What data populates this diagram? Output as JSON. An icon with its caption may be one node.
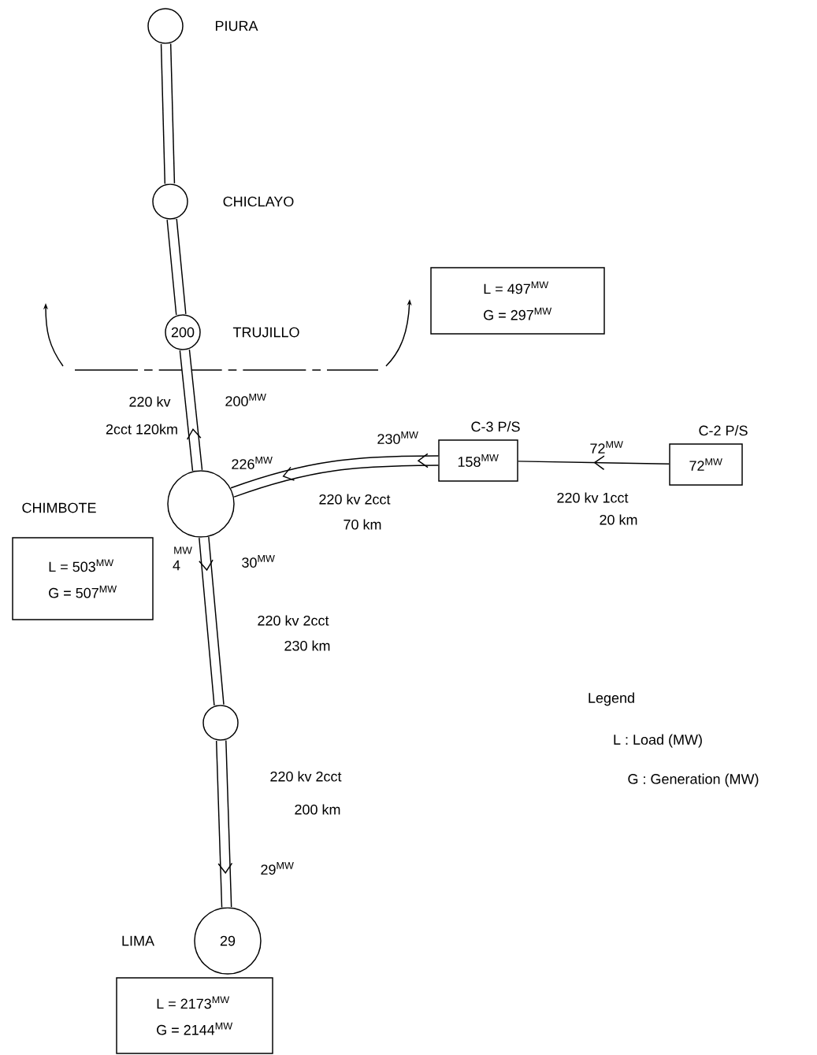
{
  "diagram": {
    "nodes": [
      {
        "text": [],
        "shape": "circle",
        "beside": [
          "PIURA"
        ]
      },
      {
        "text": [],
        "shape": "circle",
        "beside": [
          "CHICLAYO"
        ]
      },
      {
        "text": [
          "200"
        ],
        "beside": [
          "TRUJILLO"
        ]
      },
      {
        "text": [],
        "shape": "circle"
      },
      {
        "text": [],
        "shape": "circle"
      },
      {
        "text": [
          "29"
        ],
        "beside": [
          "LIMA"
        ]
      },
      {
        "text": [
          "C-3 P/S",
          "158$^{MW}$"
        ]
      },
      {
        "text": [
          "C-2 P/S",
          "72$^{MW}$"
        ]
      },
      {
        "text": [
          "L = 497$^{MW}$",
          "G = 297$^{MW}$"
        ]
      },
      {
        "text": [
          "L = 503$^{MW}$",
          "G = 507$^{MW}$"
        ]
      },
      {
        "text": [
          "L = 2173$^{MW}$",
          "G = 2144$^{MW}$"
        ]
      }
    ],
    "edges": [
      {
        "from": 0,
        "to": 1,
        "arrow": "none"
      },
      {
        "from": 1,
        "to": 2,
        "arrow": "none"
      },
      {
        "from": 3,
        "to": 2,
        "arrow": "to",
        "label": "200$^{MW}$"
      },
      {
        "from": 6,
        "to": 3,
        "arrow": "to",
        "label": "230$^{MW}$"
      },
      {
        "from": 7,
        "to": 6,
        "arrow": "to",
        "label": "72$^{MW}$"
      },
      {
        "from": 3,
        "to": 4,
        "arrow": "to",
        "label": "30$^{MW}$"
      },
      {
        "from": 4,
        "to": 5,
        "arrow": "to",
        "label": "29$^{MW}$"
      }
    ],
    "labels": [
      "220 kv",
      "2cct 120km",
      "226$^{MW}$",
      "CHIMBOTE",
      "220 kv 2cct",
      "70 km",
      "220 kv 1cct",
      "20 km",
      "MW",
      "4",
      "220 kv 2cct",
      "230 km",
      "220 kv 2cct",
      "200 km",
      "Legend",
      "L : Load (MW)",
      "G : Generation (MW)"
    ]
  }
}
